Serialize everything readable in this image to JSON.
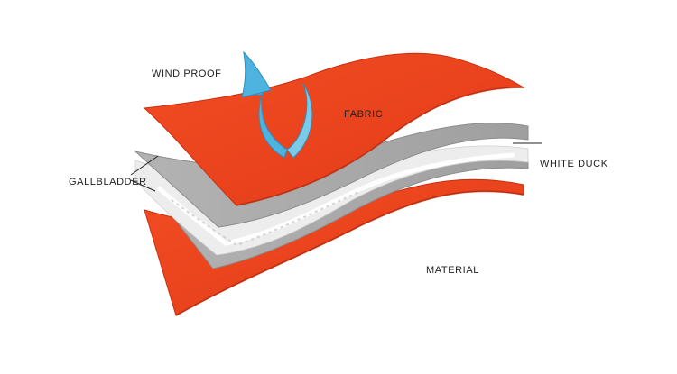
{
  "labels": {
    "wind_proof": "WIND PROOF",
    "fabric": "FABRIC",
    "white_duck": "WHITE DUCK",
    "gallbladder": "GALLBLADDER",
    "material": "MATERIAL"
  },
  "colors": {
    "fabric_layer": "#e8401e",
    "fabric_edge": "#c8300f",
    "membrane_layer": "#a9a9a9",
    "down_fill": "#ececec",
    "arrow": "#4fb3e0",
    "leader_line": "#222222"
  },
  "icons": {
    "arrow": "curved-up-arrow-icon"
  }
}
